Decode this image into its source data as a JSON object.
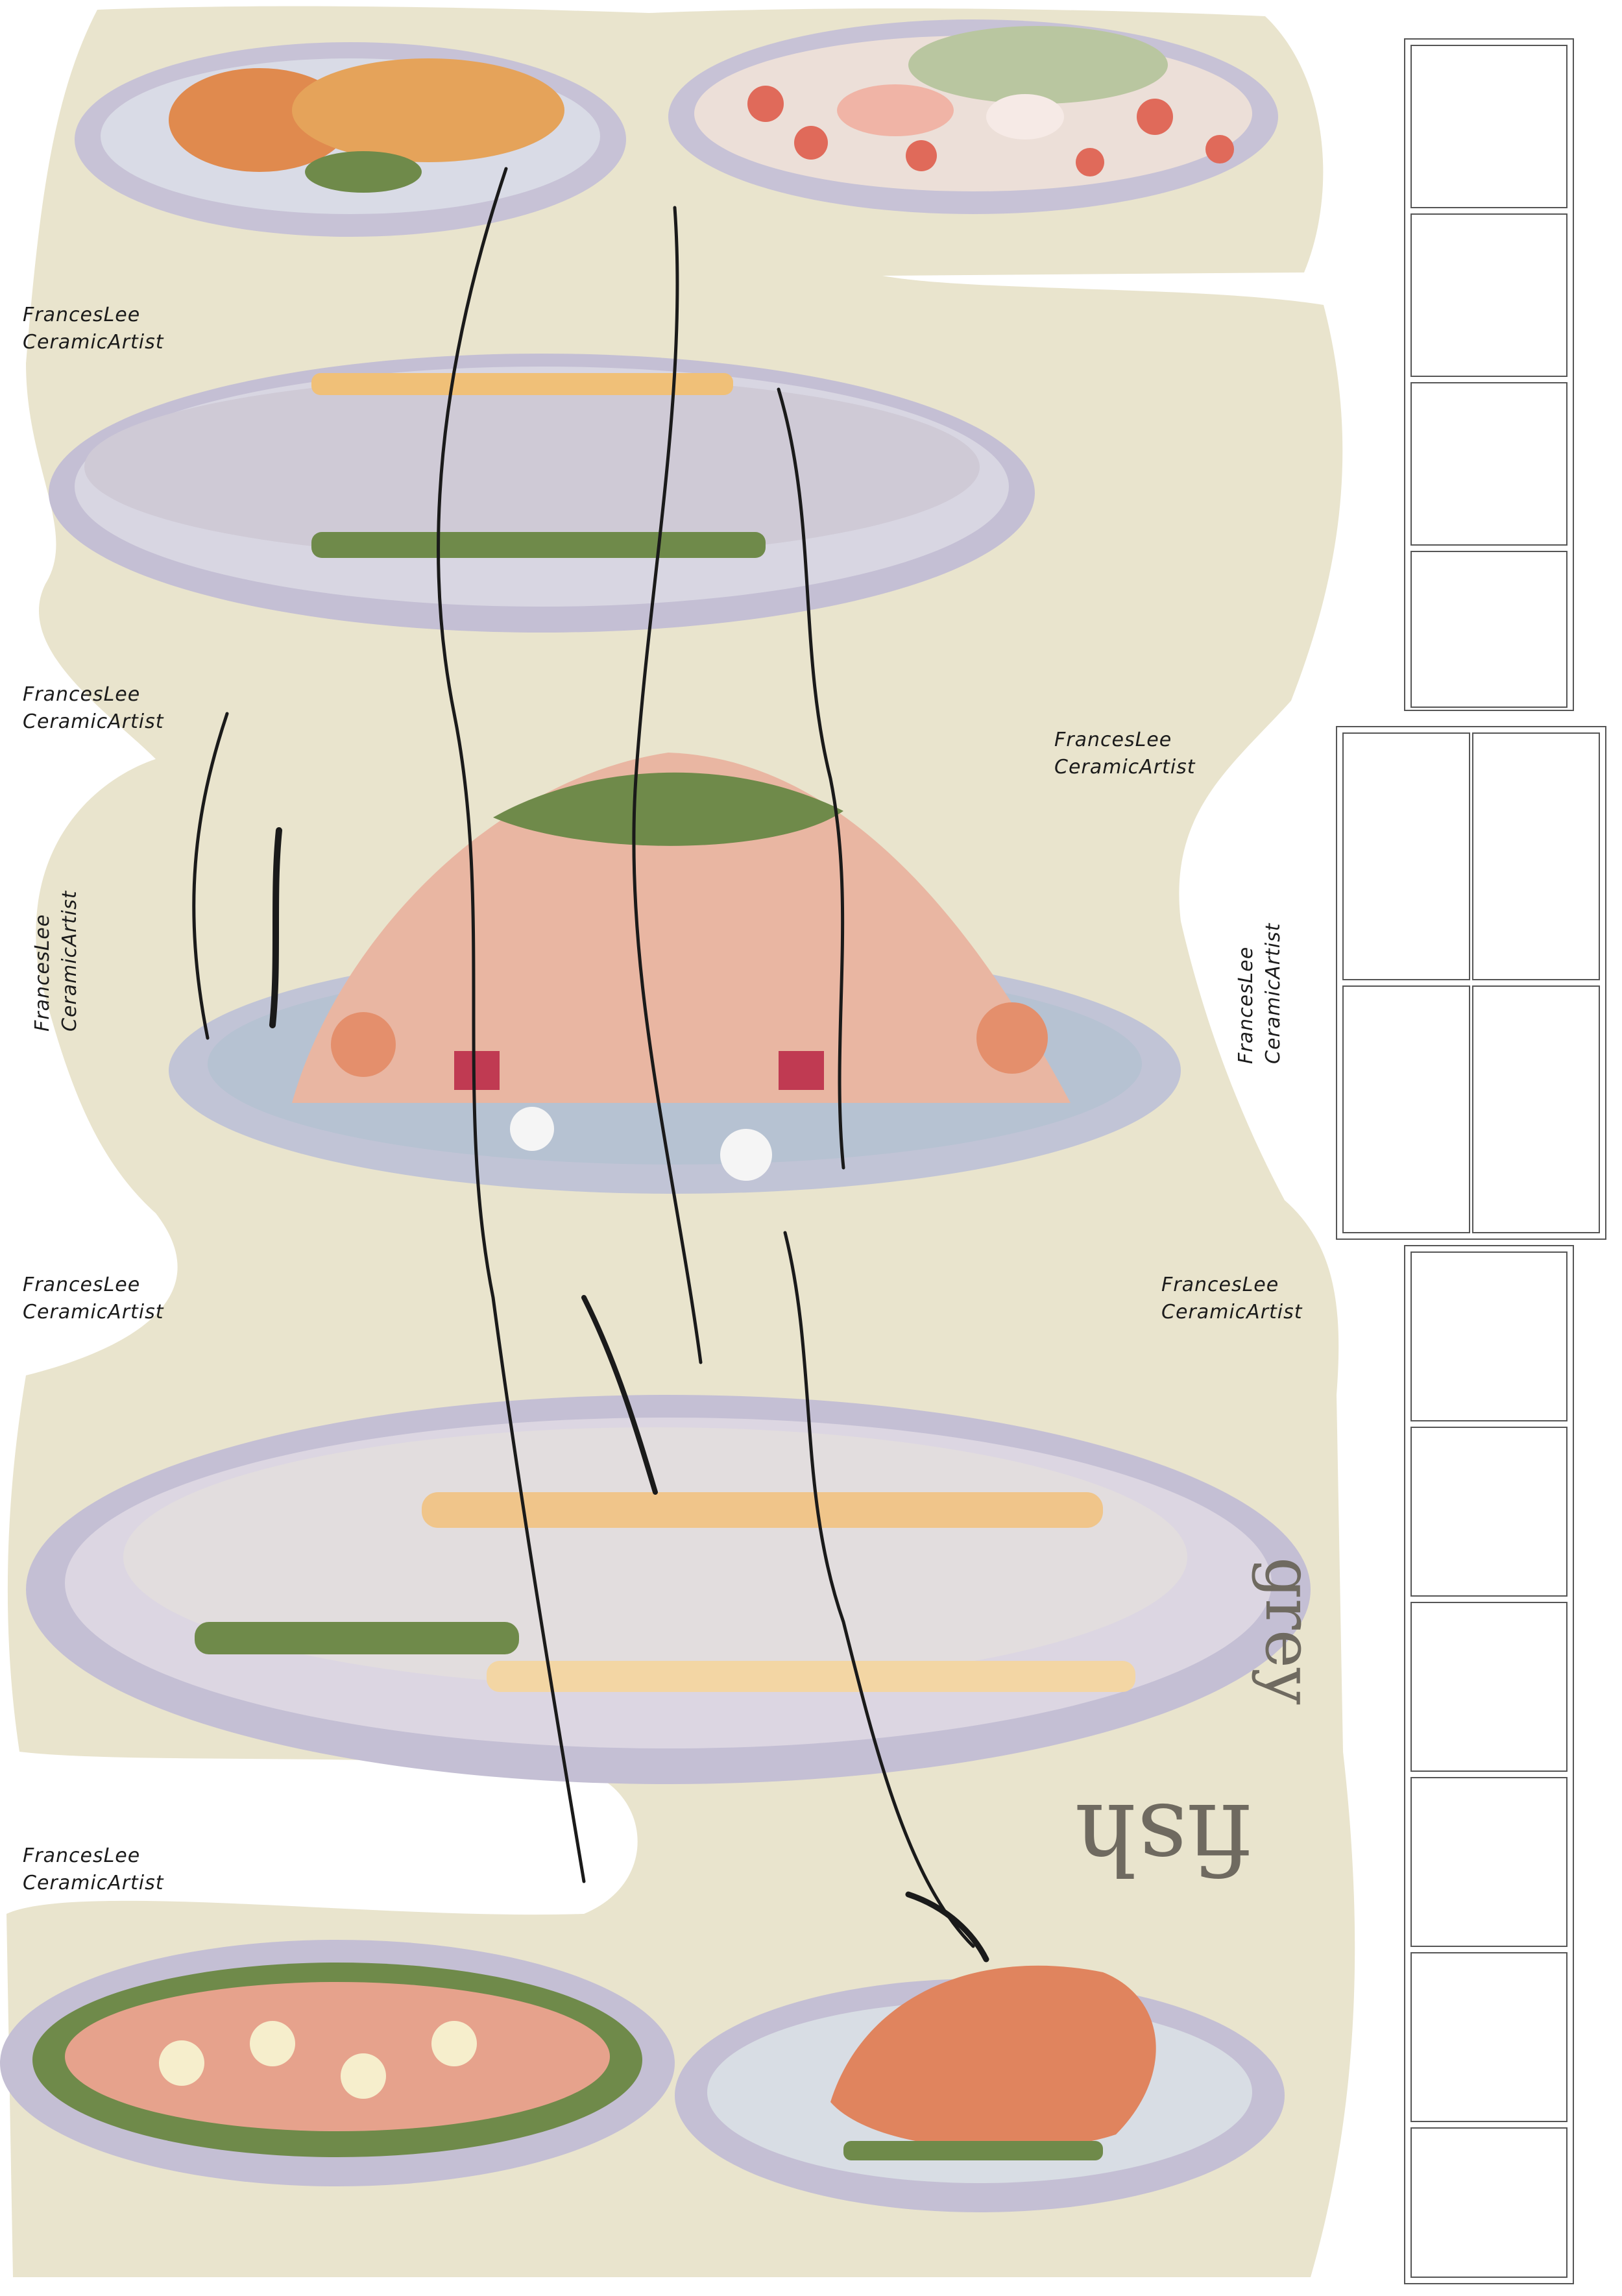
{
  "watermark": {
    "line1": "FrancesLee",
    "line2": "CeramicArtist"
  },
  "page_text": {
    "fish": "fish",
    "grey": "grey"
  },
  "colors": {
    "paper": "#e9e4cd",
    "plate_rim": "#c7c2d6",
    "plate_inner": "#d9dbe6",
    "garnish_green": "#6f8a4a",
    "salmon": "#e48f6c",
    "ink": "#1a1a1a"
  }
}
